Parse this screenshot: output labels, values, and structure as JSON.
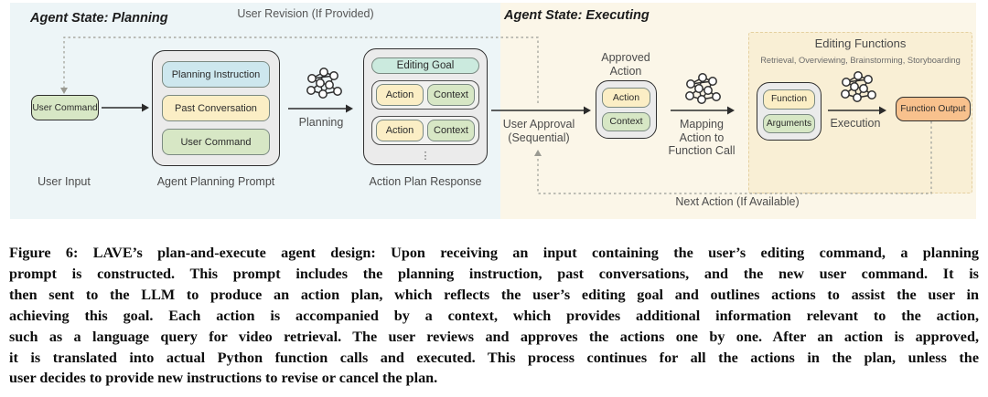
{
  "colors": {
    "planning_bg": "#edf5f7",
    "executing_bg": "#fbf6e8",
    "functions_bg": "#f9efd5",
    "functions_border": "#e5d0a0",
    "box_green": "#d7e7c5",
    "box_blue": "#cde7ee",
    "box_yellow": "#fbeec5",
    "box_teal": "#cbeade",
    "box_orange": "#f8c18d",
    "container_gray": "#ebebeb",
    "dash_gray": "#a9aaa2"
  },
  "diagram": {
    "planning_region_title": "Agent State: Planning",
    "executing_region_title": "Agent State: Executing",
    "user_revision_label": "User Revision (If Provided)",
    "user_command": "User Command",
    "user_input_label": "User Input",
    "planning_prompt": {
      "caption": "Agent Planning Prompt",
      "items": [
        "Planning Instruction",
        "Past Conversation",
        "User Command"
      ]
    },
    "planning_arrow_label": "Planning",
    "action_plan": {
      "caption": "Action Plan Response",
      "editing_goal": "Editing Goal",
      "action": "Action",
      "context": "Context",
      "ellipsis": "⋮"
    },
    "user_approval_lines": [
      "User Approval",
      "(Sequential)"
    ],
    "approved_action_lines": [
      "Approved",
      "Action"
    ],
    "approved_action": {
      "action": "Action",
      "context": "Context"
    },
    "mapping_lines": [
      "Mapping",
      "Action to",
      "Function Call"
    ],
    "editing_functions": {
      "title": "Editing Functions",
      "subtitle": "Retrieval, Overviewing, Brainstorming, Storyboarding",
      "function": "Function",
      "arguments": "Arguments"
    },
    "execution_label": "Execution",
    "function_output": "Function Output",
    "next_action_label": "Next Action (If Available)",
    "icons": {
      "llm": "neural-network-icon"
    }
  },
  "caption": {
    "lines": [
      "Figure 6: LAVE’s plan-and-execute agent design: Upon receiving an input containing the user’s editing command, a planning",
      "prompt is constructed. This prompt includes the planning instruction, past conversations, and the new user command. It is",
      "then sent to the LLM to produce an action plan, which reflects the user’s editing goal and outlines actions to assist the user in",
      "achieving this goal. Each action is accompanied by a context, which provides additional information relevant to the action,",
      "such as a language query for video retrieval. The user reviews and approves the actions one by one. After an action is approved,",
      "it is translated into actual Python function calls and executed. This process continues for all the actions in the plan, unless the",
      "user decides to provide new instructions to revise or cancel the plan."
    ]
  }
}
